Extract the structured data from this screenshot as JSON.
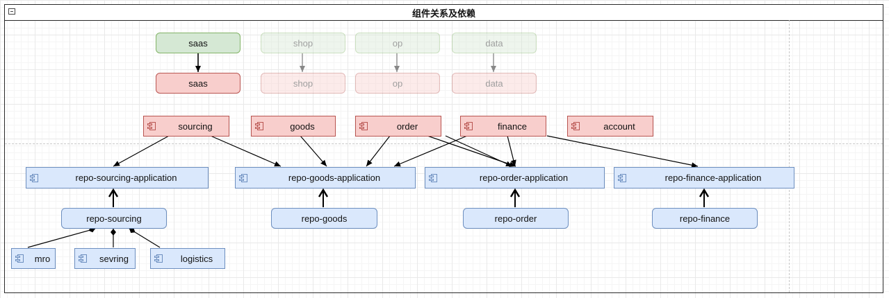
{
  "diagram": {
    "title": "组件关系及依赖",
    "apps": [
      "saas",
      "shop",
      "op",
      "data"
    ],
    "apis": [
      "saas",
      "shop",
      "op",
      "data"
    ],
    "services": [
      "sourcing",
      "goods",
      "order",
      "finance",
      "account"
    ],
    "repo_apps": [
      "repo-sourcing-application",
      "repo-goods-application",
      "repo-order-application",
      "repo-finance-application"
    ],
    "repos": [
      "repo-sourcing",
      "repo-goods",
      "repo-order",
      "repo-finance"
    ],
    "sub_components": [
      "mro",
      "sevring",
      "logistics"
    ]
  },
  "colors": {
    "green_fill": "#d5e8d4",
    "green_stroke": "#82b366",
    "red_fill": "#f8cecc",
    "red_stroke": "#b85450",
    "blue_fill": "#dae8fc",
    "blue_stroke": "#6c8ebf"
  }
}
